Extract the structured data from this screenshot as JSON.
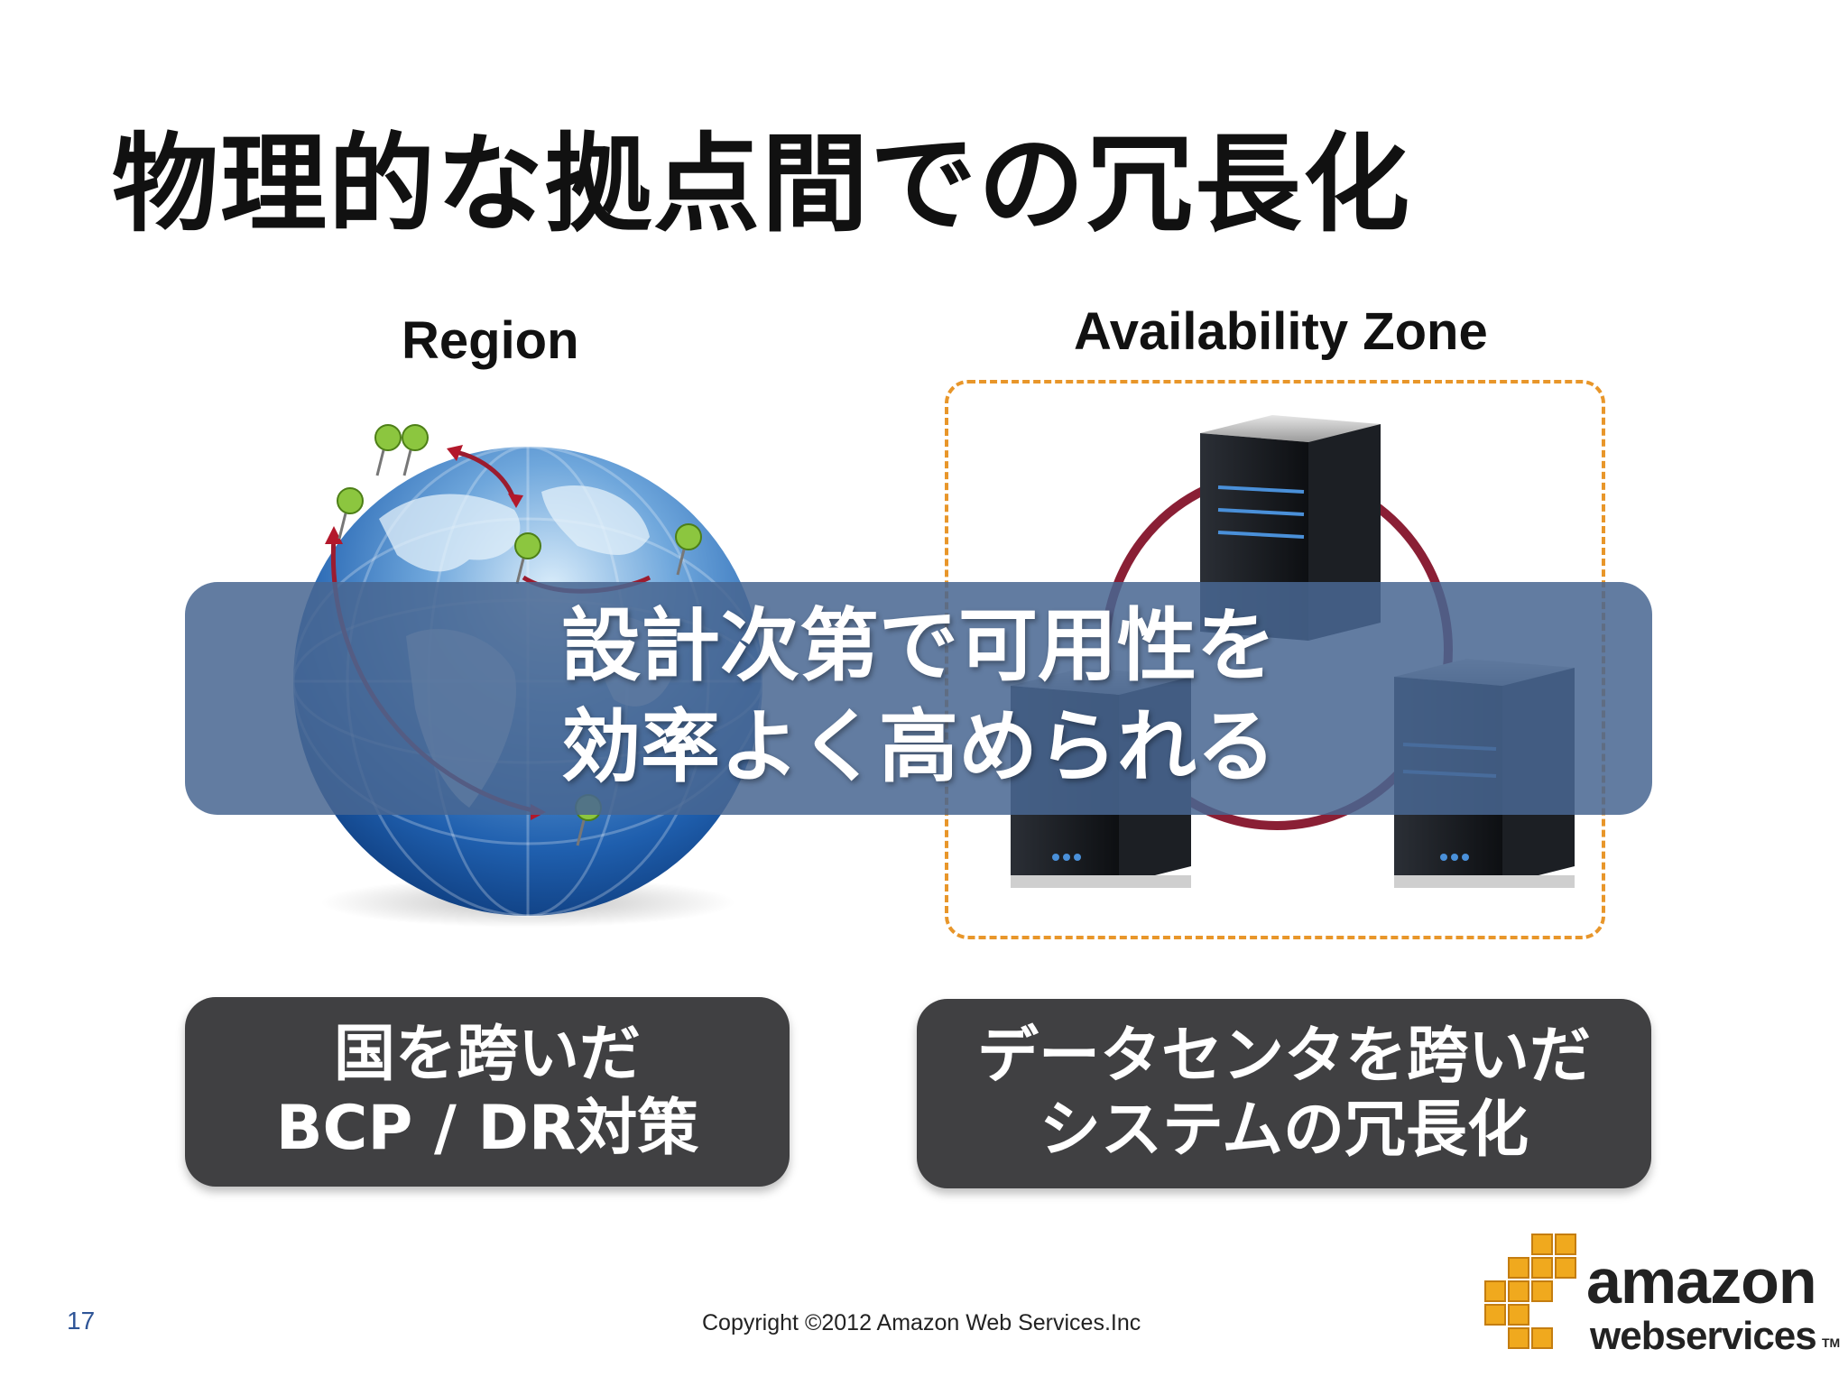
{
  "slide": {
    "title": "物理的な拠点間での冗長化",
    "page_number": "17",
    "copyright": "Copyright ©2012 Amazon Web Services.Inc"
  },
  "region": {
    "label": "Region",
    "figure_icon": "globe-with-pins-icon",
    "summary_line1": "国を跨いだ",
    "summary_line2": "BCP / DR対策"
  },
  "availability_zone": {
    "label": "Availability Zone",
    "figure_icon": "server-cluster-icon",
    "frame_color": "#e8962a",
    "summary_line1": "データセンタを跨いだ",
    "summary_line2": "システムの冗長化"
  },
  "overlay": {
    "line1": "設計次第で可用性を",
    "line2": "効率よく高められる",
    "color": "#486691"
  },
  "logo": {
    "word1": "amazon",
    "word2": "webservices",
    "trademark": "TM",
    "brand_color": "#f0a91e"
  },
  "colors": {
    "summary_box": "#404042",
    "arrow": "#b3182b"
  }
}
